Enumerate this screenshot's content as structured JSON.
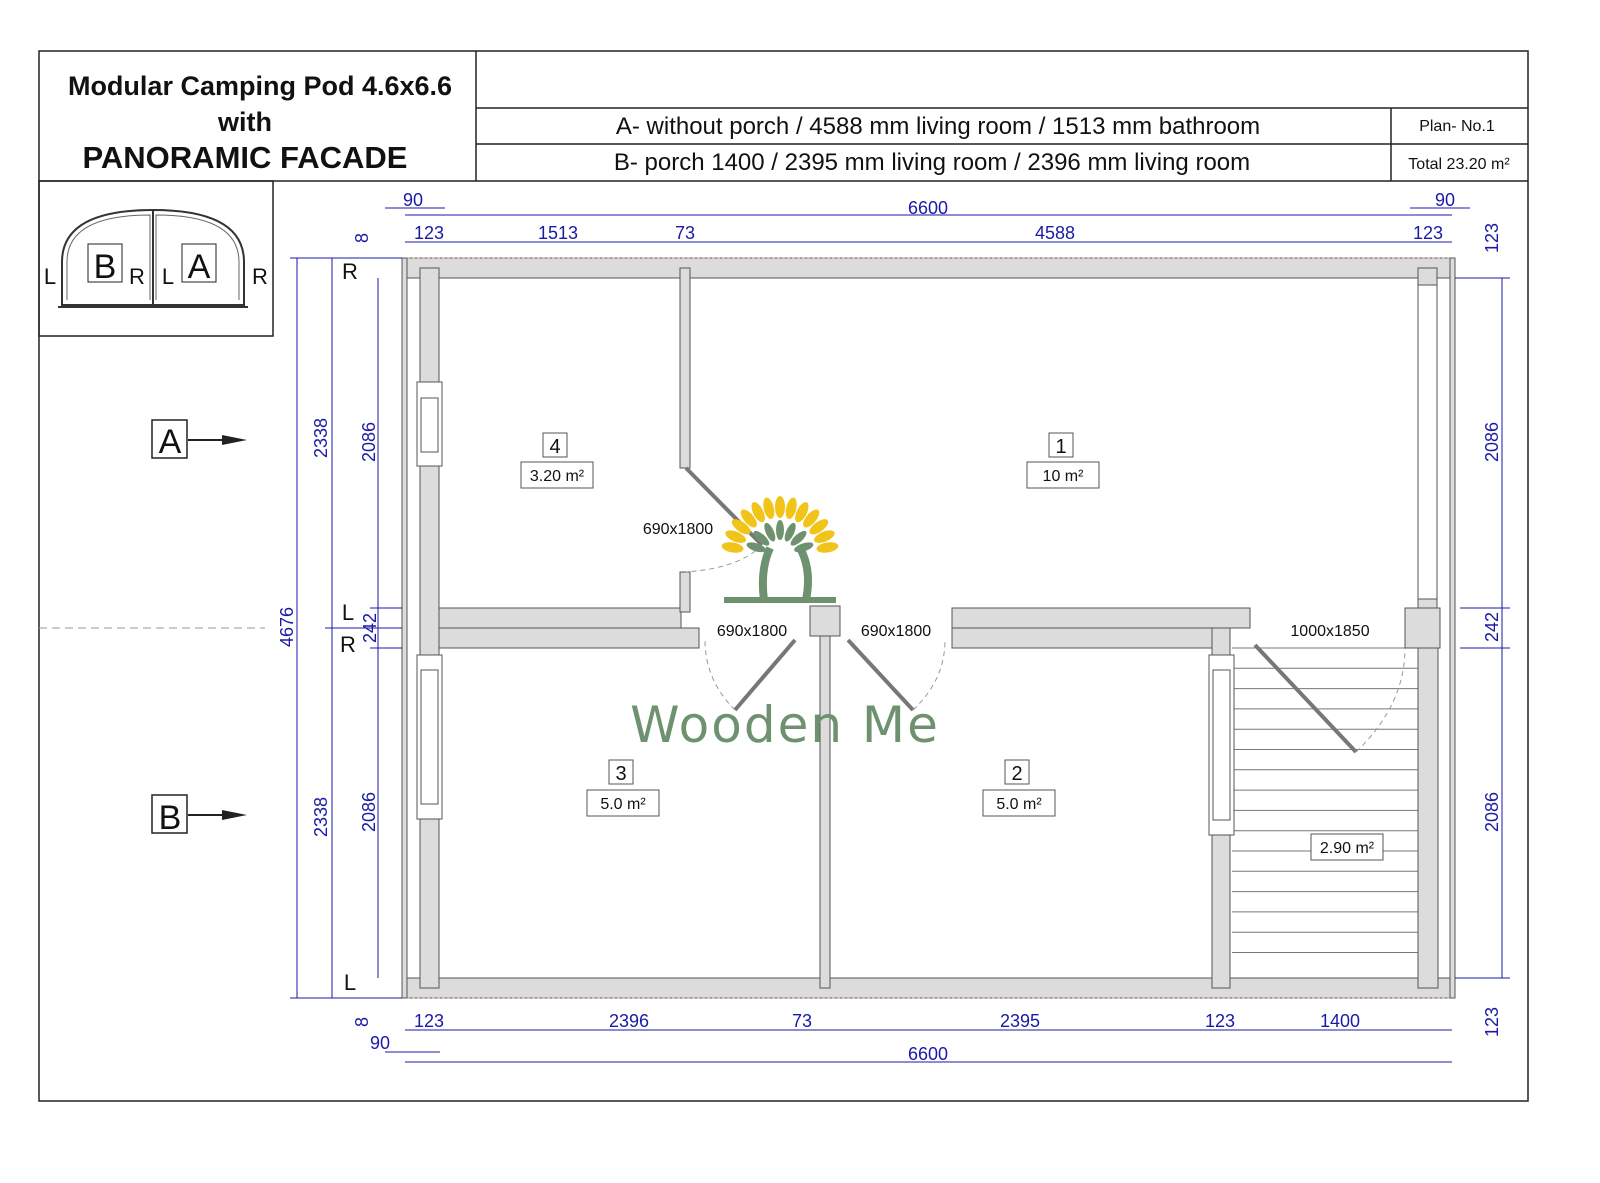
{
  "title": {
    "line1": "Modular Camping Pod 4.6x6.6",
    "line2": "with",
    "line3": "PANORAMIC FACADE"
  },
  "variants": {
    "a": "A- without porch / 4588 mm living room / 1513 mm bathroom",
    "b": "B-  porch 1400 / 2395 mm living room / 2396 mm living room"
  },
  "plan_no": "Plan- No.1",
  "total": "Total  23.20 m²",
  "facade_key": {
    "left_b": "L",
    "b": "B",
    "right_b": "R",
    "left_a": "L",
    "a": "A",
    "right_a": "R"
  },
  "sections": {
    "a": "A",
    "b": "B"
  },
  "side_marks": {
    "r_top": "R",
    "l_mid": "L",
    "r_mid": "R",
    "l_bottom": "L"
  },
  "dimensions": {
    "top": {
      "ext_left": "90",
      "overall": "6600",
      "ext_right": "90",
      "wall_left": "123",
      "bathroom": "1513",
      "partition": "73",
      "living": "4588",
      "wall_right": "123",
      "offset_left": "8",
      "offset_right": "123"
    },
    "left": {
      "upper_outer": "2338",
      "upper_inner": "2086",
      "total": "4676",
      "mid_wall": "242",
      "lower_outer": "2338",
      "lower_inner": "2086",
      "offset_bottom": "8"
    },
    "right": {
      "upper": "2086",
      "mid_wall": "242",
      "lower": "2086"
    },
    "bottom": {
      "wall_left": "123",
      "room3": "2396",
      "partition": "73",
      "room2": "2395",
      "wall_porch": "123",
      "porch": "1400",
      "offset_right": "123",
      "ext_left": "90",
      "overall": "6600"
    }
  },
  "rooms": [
    {
      "number": "4",
      "area": "3.20 m²"
    },
    {
      "number": "1",
      "area": "10 m²"
    },
    {
      "number": "3",
      "area": "5.0 m²"
    },
    {
      "number": "2",
      "area": "5.0 m²"
    }
  ],
  "porch_area": "2.90 m²",
  "doors": [
    "690x1800",
    "690x1800",
    "690x1800",
    "1000x1850"
  ],
  "watermark": "Wooden Me",
  "colors": {
    "dimension": "#1a1aa8",
    "logo_green": "#6e9270",
    "logo_yellow": "#f0c419"
  }
}
